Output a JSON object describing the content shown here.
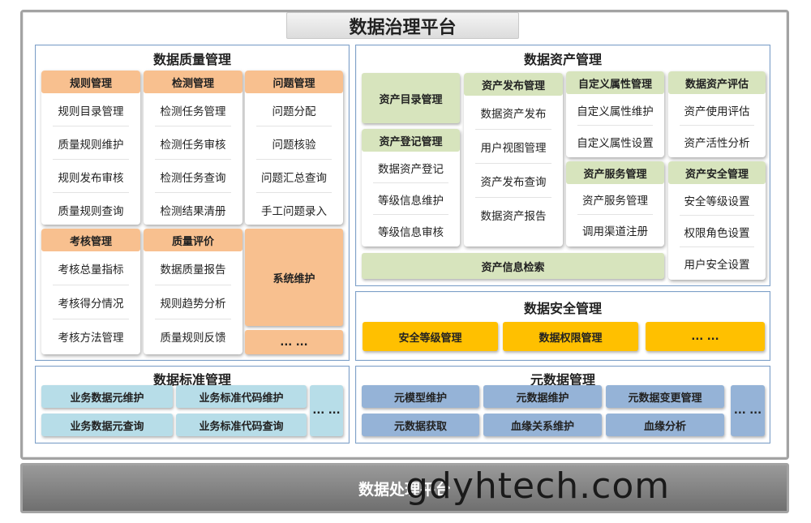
{
  "platform_title": "数据治理平台",
  "bottom_platform": "数据处理平台",
  "watermark": "gdyhtech.com",
  "ellipsis": "... ...",
  "colors": {
    "orange": "#f8c08f",
    "green": "#d7e4bd",
    "light_blue": "#b7dde8",
    "mid_blue": "#95b3d7",
    "gold": "#ffc000"
  },
  "quality": {
    "title": "数据质量管理",
    "rule": {
      "title": "规则管理",
      "items": [
        "规则目录管理",
        "质量规则维护",
        "规则发布审核",
        "质量规则查询"
      ]
    },
    "detect": {
      "title": "检测管理",
      "items": [
        "检测任务管理",
        "检测任务审核",
        "检测任务查询",
        "检测结果清册"
      ]
    },
    "issue": {
      "title": "问题管理",
      "items": [
        "问题分配",
        "问题核验",
        "问题汇总查询",
        "手工问题录入"
      ]
    },
    "assess": {
      "title": "考核管理",
      "items": [
        "考核总量指标",
        "考核得分情况",
        "考核方法管理"
      ]
    },
    "evaluate": {
      "title": "质量评价",
      "items": [
        "数据质量报告",
        "规则趋势分析",
        "质量规则反馈"
      ]
    },
    "maintain": "系统维护"
  },
  "asset": {
    "title": "数据资产管理",
    "catalog": "资产目录管理",
    "register": {
      "title": "资产登记管理",
      "items": [
        "数据资产登记",
        "等级信息维护",
        "等级信息审核"
      ]
    },
    "publish": {
      "title": "资产发布管理",
      "items": [
        "数据资产发布",
        "用户视图管理",
        "资产发布查询",
        "数据资产报告"
      ]
    },
    "custom": {
      "title": "自定义属性管理",
      "items": [
        "自定义属性维护",
        "自定义属性设置"
      ]
    },
    "evaluate": {
      "title": "数据资产评估",
      "items": [
        "资产使用评估",
        "资产活性分析"
      ]
    },
    "service": {
      "title": "资产服务管理",
      "items": [
        "资产服务管理",
        "调用渠道注册"
      ]
    },
    "security": {
      "title": "资产安全管理",
      "items": [
        "安全等级设置",
        "权限角色设置",
        "用户安全设置"
      ]
    },
    "search": "资产信息检索"
  },
  "security": {
    "title": "数据安全管理",
    "items": [
      "安全等级管理",
      "数据权限管理"
    ]
  },
  "standard": {
    "title": "数据标准管理",
    "items": [
      "业务数据元维护",
      "业务标准代码维护",
      "业务数据元查询",
      "业务标准代码查询"
    ]
  },
  "metadata": {
    "title": "元数据管理",
    "items": [
      "元模型维护",
      "元数据维护",
      "元数据变更管理",
      "元数据获取",
      "血缘关系维护",
      "血缘分析"
    ]
  }
}
